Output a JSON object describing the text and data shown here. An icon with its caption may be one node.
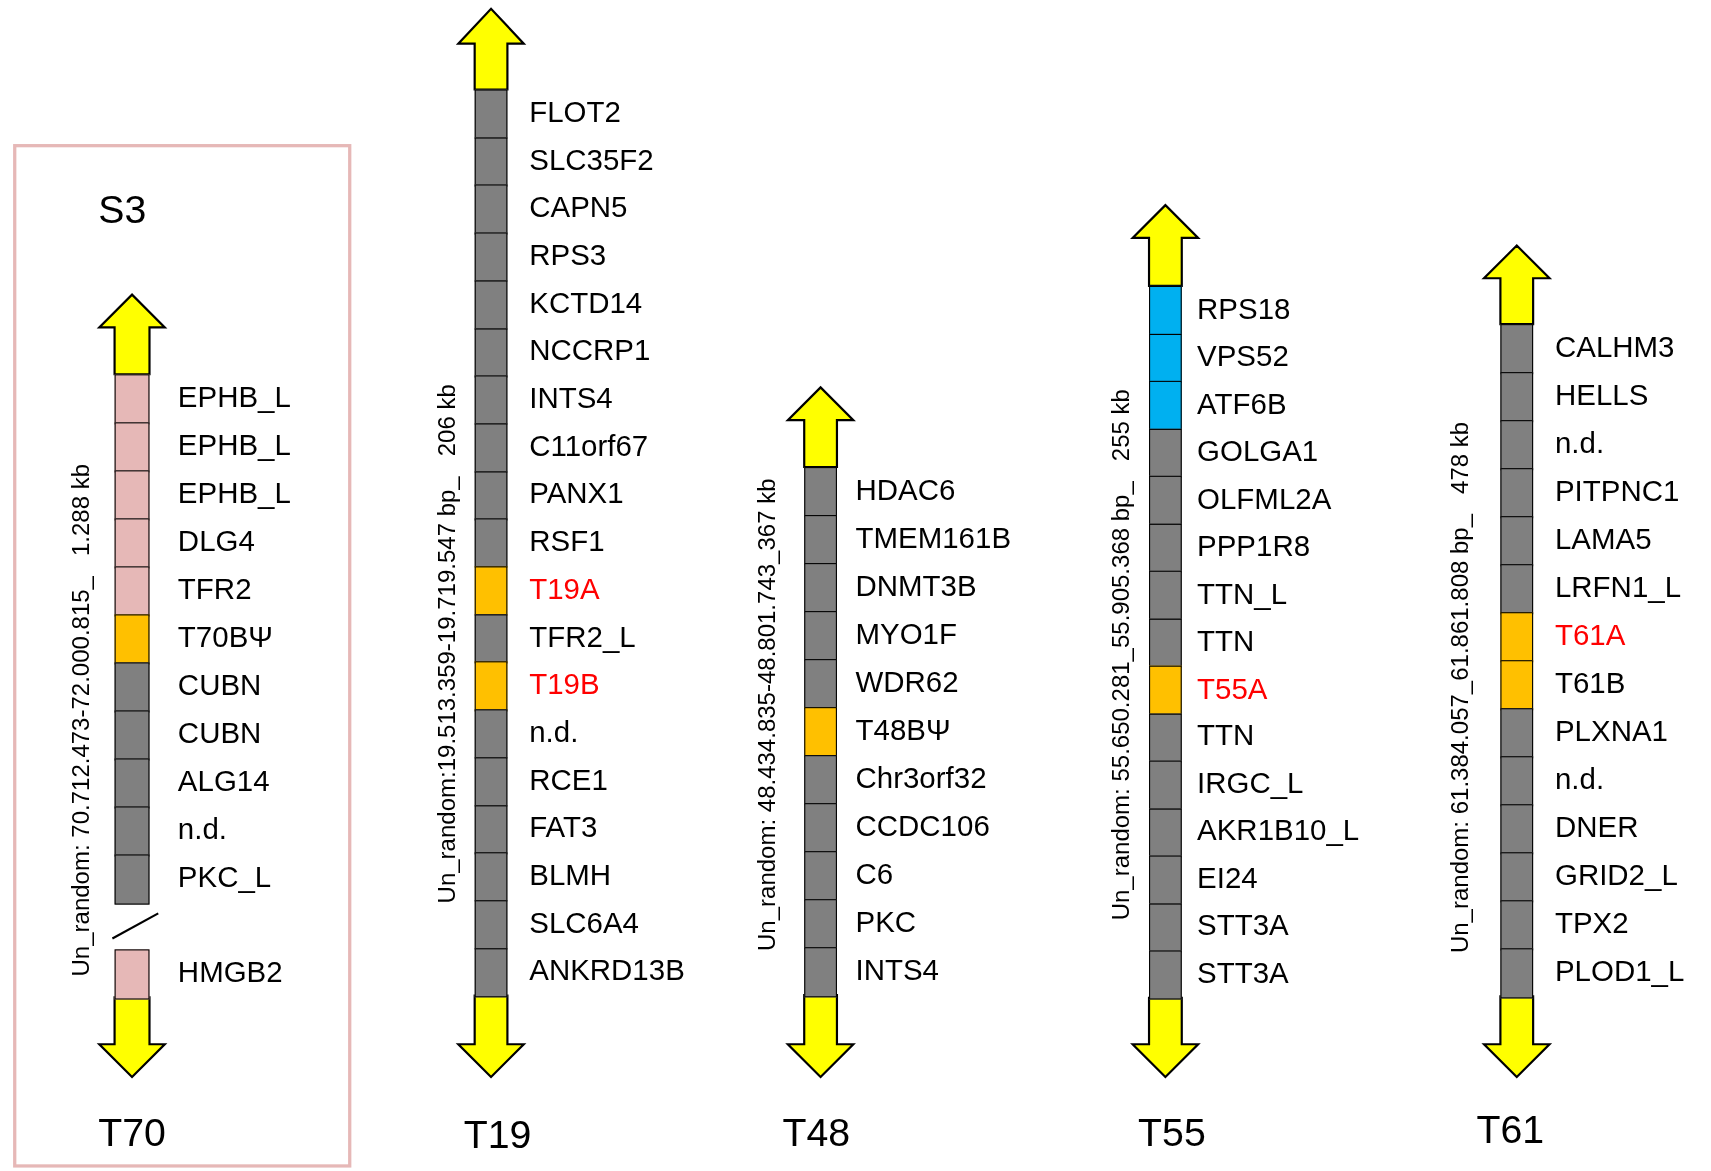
{
  "diagram": {
    "nodes": [
      {
        "text": [
          "S3"
        ]
      },
      {
        "text": [],
        "shape": "box",
        "in": 0,
        "beside": [
          "EPHB_L"
        ]
      },
      {
        "text": [],
        "shape": "box",
        "in": 0,
        "beside": [
          "EPHB_L"
        ]
      },
      {
        "text": [],
        "shape": "box",
        "in": 0,
        "beside": [
          "EPHB_L"
        ]
      },
      {
        "text": [],
        "shape": "box",
        "in": 0,
        "beside": [
          "DLG4"
        ]
      },
      {
        "text": [],
        "shape": "box",
        "in": 0,
        "beside": [
          "TFR2"
        ]
      },
      {
        "text": [],
        "shape": "box",
        "in": 0,
        "beside": [
          "T70BΨ"
        ]
      },
      {
        "text": [],
        "shape": "box",
        "in": 0,
        "beside": [
          "CUBN"
        ]
      },
      {
        "text": [],
        "shape": "box",
        "in": 0,
        "beside": [
          "CUBN"
        ]
      },
      {
        "text": [],
        "shape": "box",
        "in": 0,
        "beside": [
          "ALG14"
        ]
      },
      {
        "text": [],
        "shape": "box",
        "in": 0,
        "beside": [
          "n.d."
        ]
      },
      {
        "text": [],
        "shape": "box",
        "in": 0,
        "beside": [
          "PKC_L"
        ]
      },
      {
        "text": [],
        "shape": "box",
        "in": 0,
        "beside": [
          "HMGB2"
        ]
      },
      {
        "text": [],
        "shape": "box",
        "beside": [
          "FLOT2"
        ]
      },
      {
        "text": [],
        "shape": "box",
        "beside": [
          "SLC35F2"
        ]
      },
      {
        "text": [],
        "shape": "box",
        "beside": [
          "CAPN5"
        ]
      },
      {
        "text": [],
        "shape": "box",
        "beside": [
          "RPS3"
        ]
      },
      {
        "text": [],
        "shape": "box",
        "beside": [
          "KCTD14"
        ]
      },
      {
        "text": [],
        "shape": "box",
        "beside": [
          "NCCRP1"
        ]
      },
      {
        "text": [],
        "shape": "box",
        "beside": [
          "INTS4"
        ]
      },
      {
        "text": [],
        "shape": "box",
        "beside": [
          "C11orf67"
        ]
      },
      {
        "text": [],
        "shape": "box",
        "beside": [
          "PANX1"
        ]
      },
      {
        "text": [],
        "shape": "box",
        "beside": [
          "RSF1"
        ]
      },
      {
        "text": [],
        "shape": "box",
        "beside": [
          "T19A"
        ]
      },
      {
        "text": [],
        "shape": "box",
        "beside": [
          "TFR2_L"
        ]
      },
      {
        "text": [],
        "shape": "box",
        "beside": [
          "T19B"
        ]
      },
      {
        "text": [],
        "shape": "box",
        "beside": [
          "n.d."
        ]
      },
      {
        "text": [],
        "shape": "box",
        "beside": [
          "RCE1"
        ]
      },
      {
        "text": [],
        "shape": "box",
        "beside": [
          "FAT3"
        ]
      },
      {
        "text": [],
        "shape": "box",
        "beside": [
          "BLMH"
        ]
      },
      {
        "text": [],
        "shape": "box",
        "beside": [
          "SLC6A4"
        ]
      },
      {
        "text": [],
        "shape": "box",
        "beside": [
          "ANKRD13B"
        ]
      },
      {
        "text": [],
        "shape": "box",
        "beside": [
          "HDAC6"
        ]
      },
      {
        "text": [],
        "shape": "box",
        "beside": [
          "TMEM161B"
        ]
      },
      {
        "text": [],
        "shape": "box",
        "beside": [
          "DNMT3B"
        ]
      },
      {
        "text": [],
        "shape": "box",
        "beside": [
          "MYO1F"
        ]
      },
      {
        "text": [],
        "shape": "box",
        "beside": [
          "WDR62"
        ]
      },
      {
        "text": [],
        "shape": "box",
        "beside": [
          "T48BΨ"
        ]
      },
      {
        "text": [],
        "shape": "box",
        "beside": [
          "Chr3orf32"
        ]
      },
      {
        "text": [],
        "shape": "box",
        "beside": [
          "CCDC106"
        ]
      },
      {
        "text": [],
        "shape": "box",
        "beside": [
          "C6"
        ]
      },
      {
        "text": [],
        "shape": "box",
        "beside": [
          "PKC"
        ]
      },
      {
        "text": [],
        "shape": "box",
        "beside": [
          "INTS4"
        ]
      },
      {
        "text": [],
        "shape": "box",
        "beside": [
          "RPS18"
        ]
      },
      {
        "text": [],
        "shape": "box",
        "beside": [
          "VPS52"
        ]
      },
      {
        "text": [],
        "shape": "box",
        "beside": [
          "ATF6B"
        ]
      },
      {
        "text": [],
        "shape": "box",
        "beside": [
          "GOLGA1"
        ]
      },
      {
        "text": [],
        "shape": "box",
        "beside": [
          "OLFML2A"
        ]
      },
      {
        "text": [],
        "shape": "box",
        "beside": [
          "PPP1R8"
        ]
      },
      {
        "text": [],
        "shape": "box",
        "beside": [
          "TTN_L"
        ]
      },
      {
        "text": [],
        "shape": "box",
        "beside": [
          "TTN"
        ]
      },
      {
        "text": [],
        "shape": "box",
        "beside": [
          "T55A"
        ]
      },
      {
        "text": [],
        "shape": "box",
        "beside": [
          "TTN"
        ]
      },
      {
        "text": [],
        "shape": "box",
        "beside": [
          "IRGC_L"
        ]
      },
      {
        "text": [],
        "shape": "box",
        "beside": [
          "AKR1B10_L"
        ]
      },
      {
        "text": [],
        "shape": "box",
        "beside": [
          "EI24"
        ]
      },
      {
        "text": [],
        "shape": "box",
        "beside": [
          "STT3A"
        ]
      },
      {
        "text": [],
        "shape": "box",
        "beside": [
          "STT3A"
        ]
      },
      {
        "text": [],
        "shape": "box",
        "beside": [
          "CALHM3"
        ]
      },
      {
        "text": [],
        "shape": "box",
        "beside": [
          "HELLS"
        ]
      },
      {
        "text": [],
        "shape": "box",
        "beside": [
          "n.d."
        ]
      },
      {
        "text": [],
        "shape": "box",
        "beside": [
          "PITPNC1"
        ]
      },
      {
        "text": [],
        "shape": "box",
        "beside": [
          "LAMA5"
        ]
      },
      {
        "text": [],
        "shape": "box",
        "beside": [
          "LRFN1_L"
        ]
      },
      {
        "text": [],
        "shape": "box",
        "beside": [
          "T61A"
        ]
      },
      {
        "text": [],
        "shape": "box",
        "beside": [
          "T61B"
        ]
      },
      {
        "text": [],
        "shape": "box",
        "beside": [
          "PLXNA1"
        ]
      },
      {
        "text": [],
        "shape": "box",
        "beside": [
          "n.d."
        ]
      },
      {
        "text": [],
        "shape": "box",
        "beside": [
          "DNER"
        ]
      },
      {
        "text": [],
        "shape": "box",
        "beside": [
          "GRID2_L"
        ]
      },
      {
        "text": [],
        "shape": "box",
        "beside": [
          "TPX2"
        ]
      },
      {
        "text": [],
        "shape": "box",
        "beside": [
          "PLOD1_L"
        ]
      }
    ],
    "labels": [
      "Un_random: 70.712.473-72.000.815_   1.288 kb",
      "T70",
      "Un_random:19.513.359-19.719.547 bp_   206 kb",
      "T19",
      "Un_random: 48.434.835-48.801.743_367 kb",
      "T48",
      "Un_random: 55.650.281_55.905.368 bp_   255 kb",
      "T55",
      "Un_random: 61.384.057_61.861.808 bp_   478 kb",
      "T61"
    ]
  }
}
